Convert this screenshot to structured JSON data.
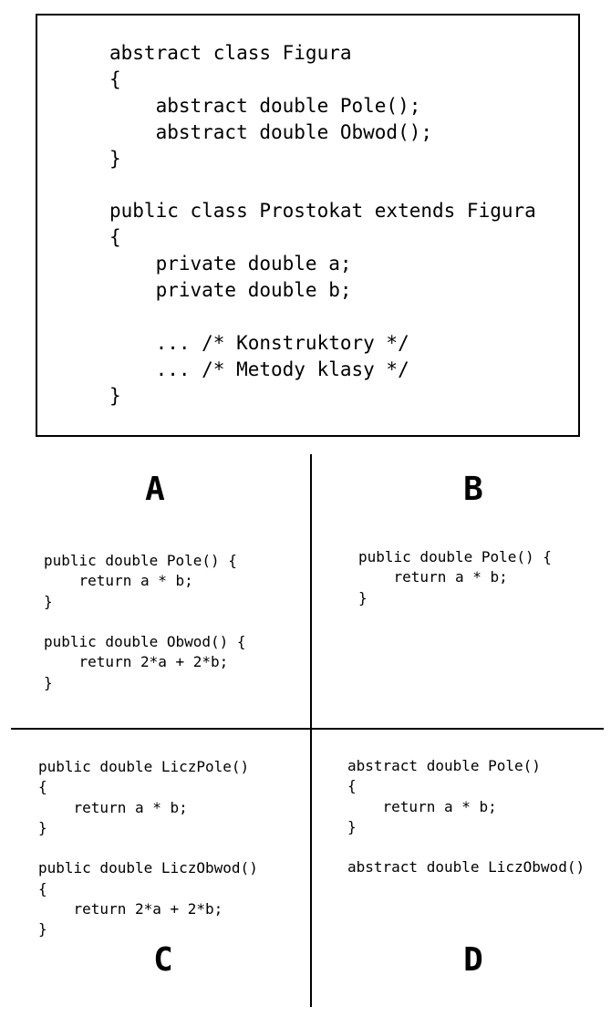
{
  "header_code": "abstract class Figura\n{\n    abstract double Pole();\n    abstract double Obwod();\n}\n\npublic class Prostokat extends Figura\n{\n    private double a;\n    private double b;\n\n    ... /* Konstruktory */\n    ... /* Metody klasy */\n}",
  "options": {
    "a": {
      "label": "A",
      "code": "public double Pole() {\n    return a * b;\n}\n\npublic double Obwod() {\n    return 2*a + 2*b;\n}"
    },
    "b": {
      "label": "B",
      "code": "public double Pole() {\n    return a * b;\n}"
    },
    "c": {
      "label": "C",
      "code": "public double LiczPole()\n{\n    return a * b;\n}\n\npublic double LiczObwod()\n{\n    return 2*a + 2*b;\n}"
    },
    "d": {
      "label": "D",
      "code": "abstract double Pole()\n{\n    return a * b;\n}\n\nabstract double LiczObwod()"
    }
  }
}
